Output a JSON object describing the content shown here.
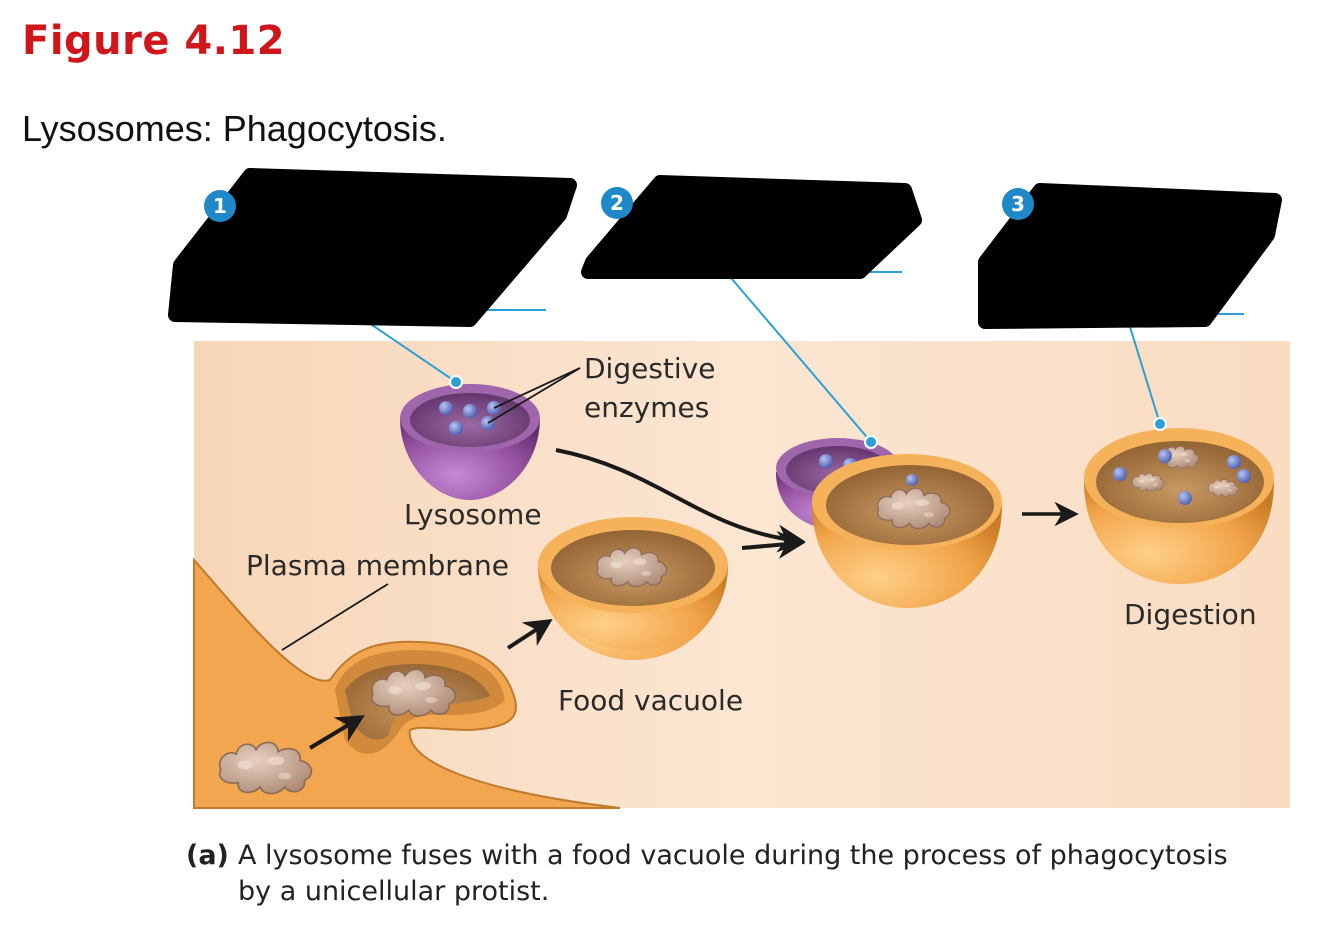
{
  "figure": {
    "number_label": "Figure 4.12",
    "subtitle": "Lysosomes: Phagocytosis."
  },
  "steps": [
    {
      "number": "1"
    },
    {
      "number": "2"
    },
    {
      "number": "3"
    }
  ],
  "labels": {
    "digestive_line1": "Digestive",
    "digestive_line2": "enzymes",
    "lysosome": "Lysosome",
    "plasma_membrane": "Plasma membrane",
    "food_vacuole": "Food vacuole",
    "digestion": "Digestion"
  },
  "caption": {
    "tag": "(a)",
    "text": "A lysosome fuses with a food vacuole during the process of phagocytosis by a unicellular protist."
  },
  "colors": {
    "title": "#d0161a",
    "step_badge": "#1e88c8",
    "leader_line": "#2aa0d6",
    "lysosome": "#8a4fa0",
    "vacuole": "#f0a94a",
    "enzyme": "#6f7fcf",
    "background_panel": "#fbe3cc",
    "redaction": "#000000"
  }
}
